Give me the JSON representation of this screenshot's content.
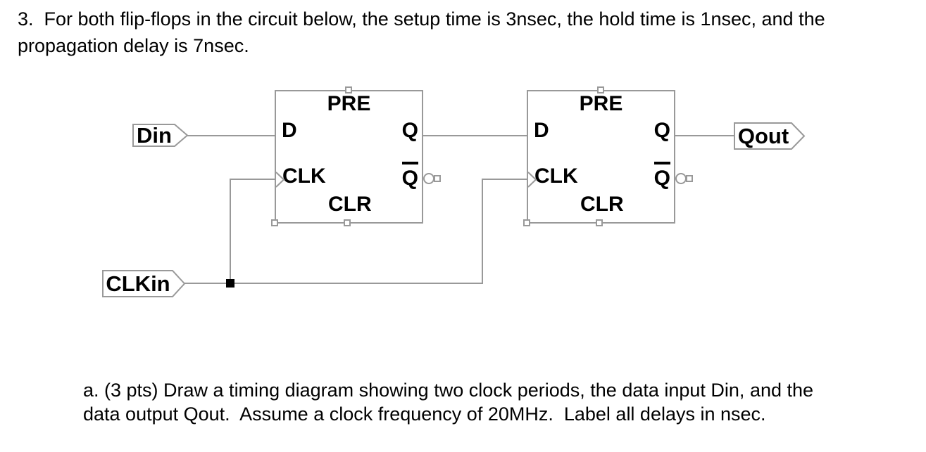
{
  "problem": {
    "line1": "3.  For both flip-flops in the circuit below, the setup time is 3nsec, the hold time is 1nsec, and the",
    "line2": "propagation delay is 7nsec."
  },
  "question_a": {
    "line1": "a. (3 pts) Draw a timing diagram showing two clock periods, the data input Din, and the",
    "line2": "data output Qout.  Assume a clock frequency of 20MHz.  Label all delays in nsec."
  },
  "given_values": {
    "setup_time": "3nsec",
    "hold_time": "1nsec",
    "propagation_delay": "7nsec",
    "clock_frequency": "20MHz",
    "points": "3 pts"
  },
  "circuit": {
    "colors": {
      "line": "#999999",
      "junction": "#000000",
      "text": "#000000",
      "fill": "#ffffff"
    },
    "io": {
      "din": "Din",
      "clkin": "CLKin",
      "qout": "Qout"
    },
    "flipflops": [
      {
        "pre": "PRE",
        "d": "D",
        "clk": "CLK",
        "clr": "CLR",
        "q": "Q",
        "qbar": "Q"
      },
      {
        "pre": "PRE",
        "d": "D",
        "clk": "CLK",
        "clr": "CLR",
        "q": "Q",
        "qbar": "Q"
      }
    ]
  }
}
